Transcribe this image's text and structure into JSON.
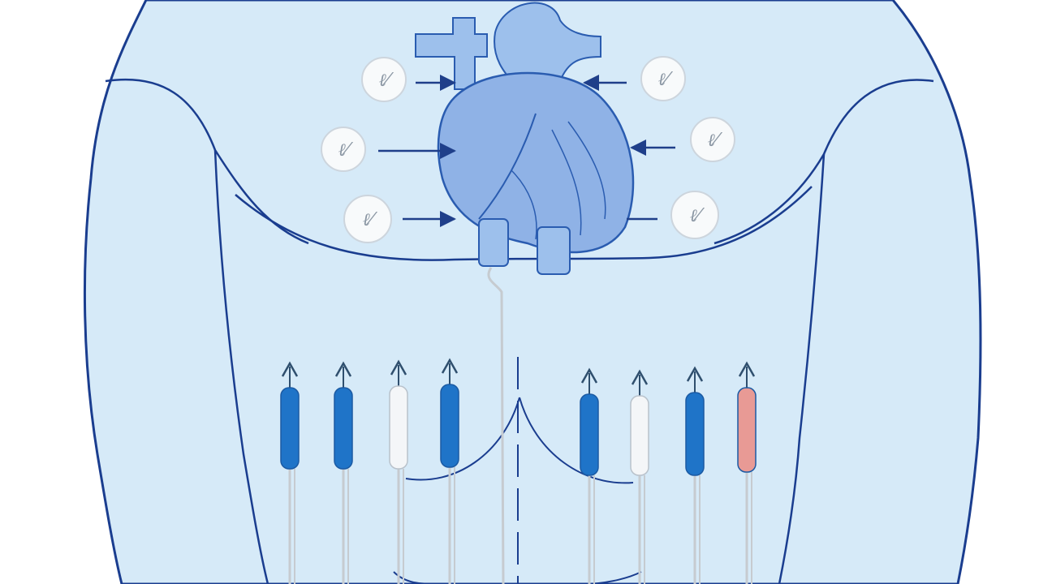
{
  "colors": {
    "background": "#ffffff",
    "skin": "#d6eaf8",
    "outline": "#1a3d8f",
    "heart": "#8fb2e6",
    "heart_outline": "#2a5cb0",
    "vessel": "#9dc0ec",
    "arrow": "#1f3f8a",
    "circle_fill": "#f8fafb",
    "circle_stroke": "#cdd5dd",
    "wire": "#c6cbd0",
    "cap_arrow": "#2f4f6e"
  },
  "icons": {
    "torso": "torso-outline-icon",
    "heart": "anatomical-heart-icon",
    "electrode": "electrode-pad-icon",
    "lead": "lead-wire-icon"
  },
  "electrode_labels": {
    "left": [
      "ℓ⁄",
      "ℓ⁄",
      "ℓ⁄"
    ],
    "right": [
      "ℓ⁄",
      "ℓ⁄",
      "ℓ⁄"
    ]
  },
  "leads": [
    {
      "color": "#1f74c8"
    },
    {
      "color": "#1f74c8"
    },
    {
      "color": "#f4f6f8"
    },
    {
      "color": "#1f74c8"
    },
    {
      "color": "#1f74c8"
    },
    {
      "color": "#f4f6f8"
    },
    {
      "color": "#1f74c8"
    },
    {
      "color": "#e89a95"
    }
  ]
}
